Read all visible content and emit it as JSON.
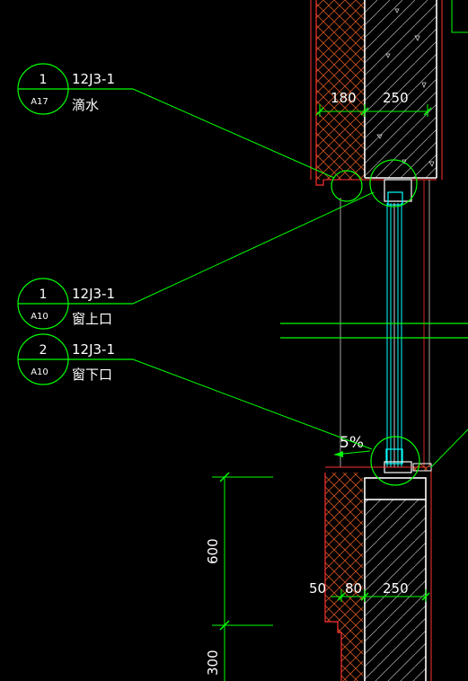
{
  "colors": {
    "background": "#000000",
    "leader": "#00ff00",
    "hatch_brick": "#d2691e",
    "outline_red": "#ff3030",
    "text": "#ffffff",
    "glass": "#00ffff",
    "white_line": "#ffffff"
  },
  "callouts": [
    {
      "number": "1",
      "sheet": "A17",
      "ref": "12J3-1",
      "desc": "滴水"
    },
    {
      "number": "1",
      "sheet": "A10",
      "ref": "12J3-1",
      "desc": "窗上口"
    },
    {
      "number": "2",
      "sheet": "A10",
      "ref": "12J3-1",
      "desc": "窗下口"
    }
  ],
  "dimensions": {
    "top_left": "180",
    "top_right": "250",
    "slope": "5%",
    "bottom_a": "50",
    "bottom_b": "80",
    "bottom_c": "250",
    "vertical_a": "600",
    "vertical_b": "300"
  }
}
